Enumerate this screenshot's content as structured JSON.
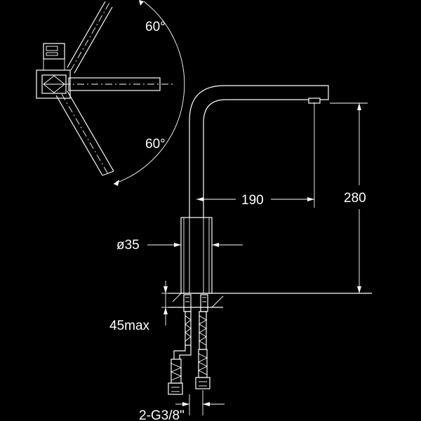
{
  "labels": {
    "angle_top": "60°",
    "angle_bottom": "60°",
    "spout_reach": "190",
    "height": "280",
    "body_diameter": "ø35",
    "deck_thickness": "45max",
    "connection": "2-G3/8\""
  },
  "colors": {
    "background": "#000000",
    "line": "#ffffff"
  }
}
